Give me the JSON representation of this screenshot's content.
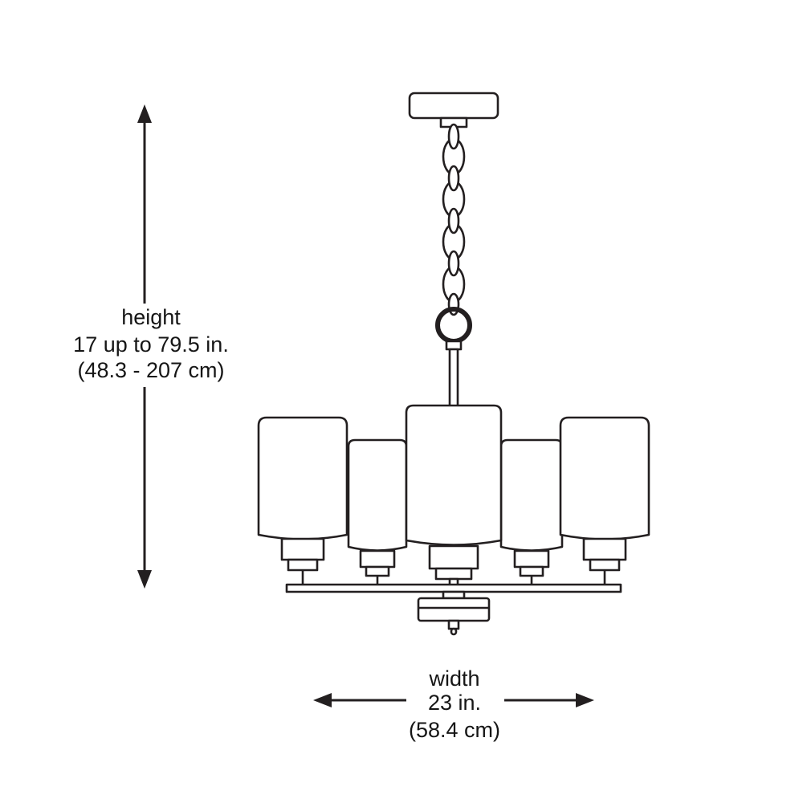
{
  "page": {
    "background_color": "#ffffff",
    "line_color": "#231f20",
    "text_color": "#161616"
  },
  "diagram": {
    "drawing_name": "five-light-chandelier-dimension-diagram",
    "height_dimension": {
      "label": "height",
      "range": "17 up to 79.5 in.",
      "metric": "(48.3 - 207 cm)"
    },
    "width_dimension": {
      "label": "width",
      "value": "23 in.",
      "metric": "(58.4 cm)"
    }
  }
}
